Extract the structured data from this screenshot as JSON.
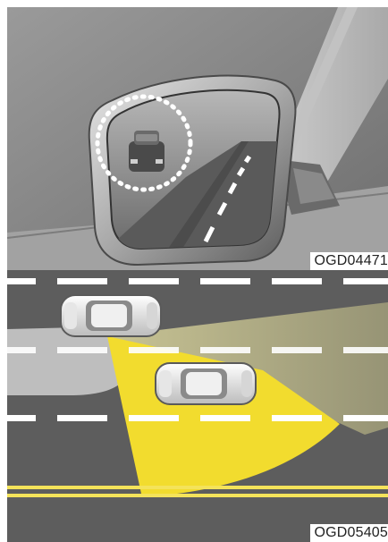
{
  "figure_top": {
    "code": "OGD04471",
    "subject": "side-view-mirror-with-blind-spot-indicator"
  },
  "figure_bottom": {
    "code": "OGD05405",
    "subject": "blind-spot-detection-zone-top-view"
  },
  "colors": {
    "detection_zone": "#f2dc2e",
    "rear_zone": "#c7c28a",
    "lane_marking": "#ffffff",
    "center_line": "#f4e35a",
    "road": "#5d5d5d"
  }
}
